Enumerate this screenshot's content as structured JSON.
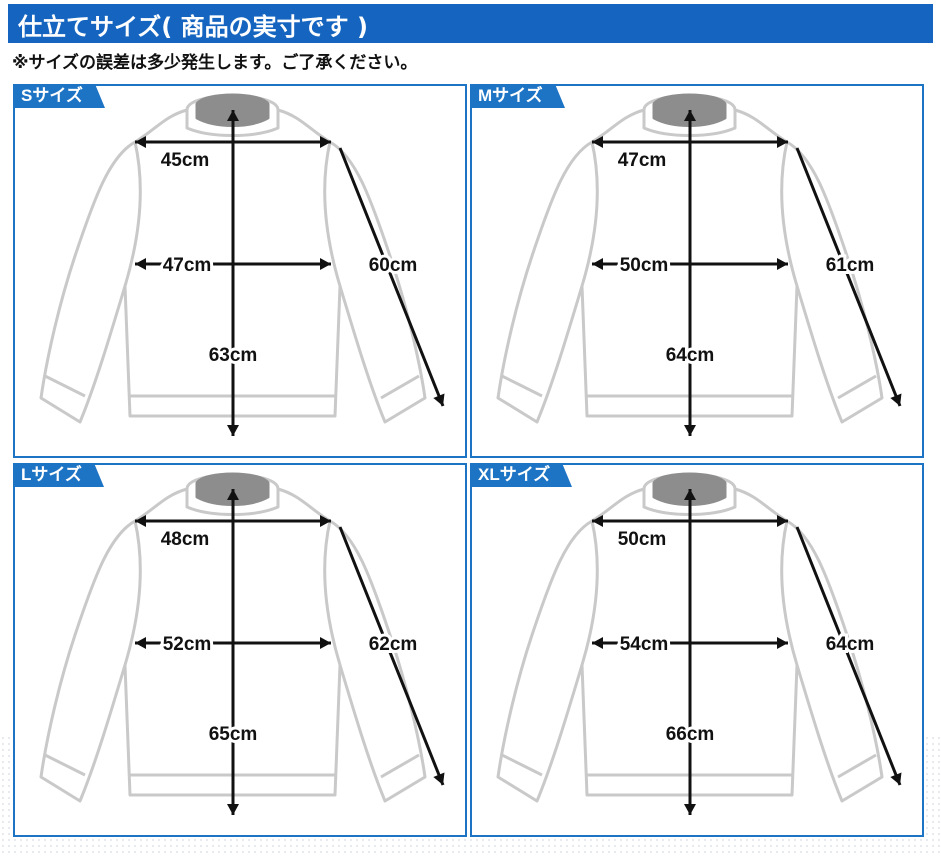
{
  "header": {
    "title": "仕立てサイズ( 商品の実寸です )",
    "note": "※サイズの誤差は多少発生します。ご了承ください。"
  },
  "colors": {
    "header_blue": "#1565c0",
    "panel_border": "#1e74c4"
  },
  "panels": [
    {
      "size": "Sサイズ",
      "shoulder": "45cm",
      "chest": "47cm",
      "sleeve": "60cm",
      "length": "63cm"
    },
    {
      "size": "Mサイズ",
      "shoulder": "47cm",
      "chest": "50cm",
      "sleeve": "61cm",
      "length": "64cm"
    },
    {
      "size": "Lサイズ",
      "shoulder": "48cm",
      "chest": "52cm",
      "sleeve": "62cm",
      "length": "65cm"
    },
    {
      "size": "XLサイズ",
      "shoulder": "50cm",
      "chest": "54cm",
      "sleeve": "64cm",
      "length": "66cm"
    }
  ]
}
